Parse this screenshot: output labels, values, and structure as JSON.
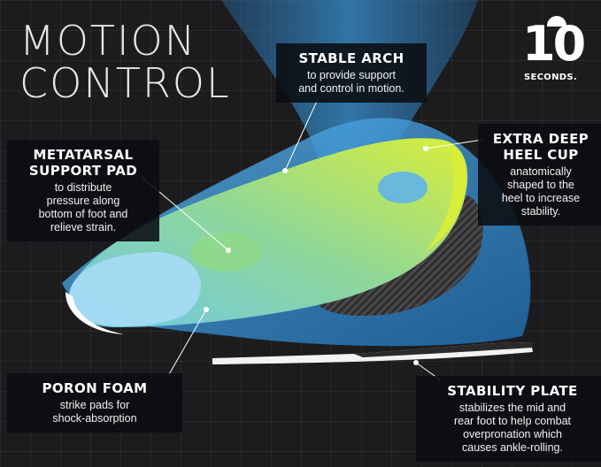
{
  "title": {
    "line1": "MOTION",
    "line2": "CONTROL"
  },
  "brand": {
    "number": "10",
    "word": "SECONDS."
  },
  "callouts": {
    "stable_arch": {
      "heading": "STABLE ARCH",
      "line1": "to provide support",
      "line2": "and control in motion."
    },
    "metatarsal": {
      "heading1": "METATARSAL",
      "heading2": "SUPPORT PAD",
      "line1": "to distribute",
      "line2": "pressure along",
      "line3": "bottom of foot and",
      "line4": "relieve strain."
    },
    "heel_cup": {
      "heading1": "EXTRA DEEP",
      "heading2": "HEEL CUP",
      "line1": "anatomically",
      "line2": "shaped to the",
      "line3": "heel to increase",
      "line4": "stability."
    },
    "poron": {
      "heading": "PORON FOAM",
      "line1": "strike pads for",
      "line2": "shock-absorption"
    },
    "plate": {
      "heading": "STABILITY PLATE",
      "line1": "stabilizes the mid and",
      "line2": "rear foot to help combat",
      "line3": "overpronation which",
      "line4": "causes ankle-rolling."
    }
  },
  "colors": {
    "background": "#1c1c1f",
    "foot_blue": "#2f8fd6",
    "insole_green": "#8fd98a",
    "heel_yellow": "#d8ee3a",
    "carbon": "#3a3a3c"
  }
}
